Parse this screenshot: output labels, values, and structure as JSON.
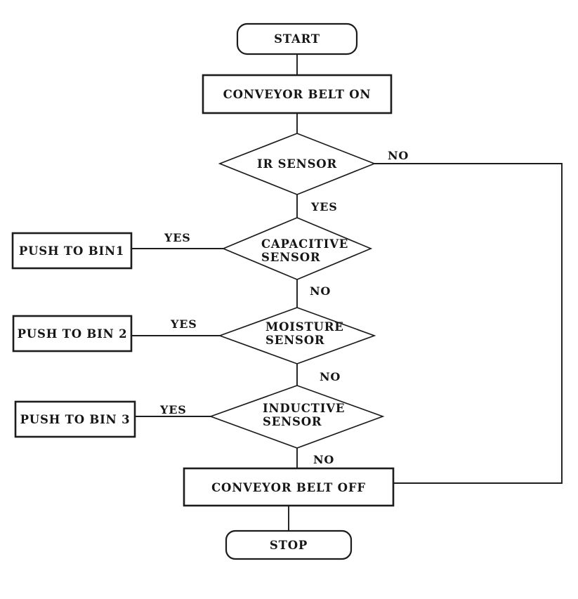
{
  "flowchart": {
    "background_color": "#ffffff",
    "line_color": "#1c1c1c",
    "text_color": "#161616",
    "branch_labels": {
      "yes": "YES",
      "no": "NO"
    },
    "nodes": {
      "start": {
        "type": "terminator",
        "label": "START"
      },
      "conveyor_belt_on": {
        "type": "process",
        "label": "CONVEYOR BELT ON"
      },
      "ir_sensor": {
        "type": "decision",
        "label": "IR SENSOR"
      },
      "capacitive_sensor": {
        "type": "decision",
        "line1": "CAPACITIVE",
        "line2": "SENSOR"
      },
      "push_to_bin1": {
        "type": "process",
        "label": "PUSH TO BIN1"
      },
      "moisture_sensor": {
        "type": "decision",
        "line1": "MOISTURE",
        "line2": "SENSOR"
      },
      "push_to_bin2": {
        "type": "process",
        "label": "PUSH TO BIN 2"
      },
      "inductive_sensor": {
        "type": "decision",
        "line1": "INDUCTIVE",
        "line2": "SENSOR"
      },
      "push_to_bin3": {
        "type": "process",
        "label": "PUSH TO BIN 3"
      },
      "conveyor_belt_off": {
        "type": "process",
        "label": "CONVEYOR BELT OFF"
      },
      "stop": {
        "type": "terminator",
        "label": "STOP"
      }
    },
    "edges": [
      {
        "from": "start",
        "to": "conveyor_belt_on",
        "label": ""
      },
      {
        "from": "conveyor_belt_on",
        "to": "ir_sensor",
        "label": ""
      },
      {
        "from": "ir_sensor",
        "to": "capacitive_sensor",
        "label": "YES"
      },
      {
        "from": "ir_sensor",
        "to": "conveyor_belt_off",
        "label": "NO",
        "route": "right-side-return"
      },
      {
        "from": "capacitive_sensor",
        "to": "push_to_bin1",
        "label": "YES"
      },
      {
        "from": "capacitive_sensor",
        "to": "moisture_sensor",
        "label": "NO"
      },
      {
        "from": "moisture_sensor",
        "to": "push_to_bin2",
        "label": "YES"
      },
      {
        "from": "moisture_sensor",
        "to": "inductive_sensor",
        "label": "NO"
      },
      {
        "from": "inductive_sensor",
        "to": "push_to_bin3",
        "label": "YES"
      },
      {
        "from": "inductive_sensor",
        "to": "conveyor_belt_off",
        "label": "NO"
      },
      {
        "from": "conveyor_belt_off",
        "to": "stop",
        "label": ""
      }
    ]
  }
}
